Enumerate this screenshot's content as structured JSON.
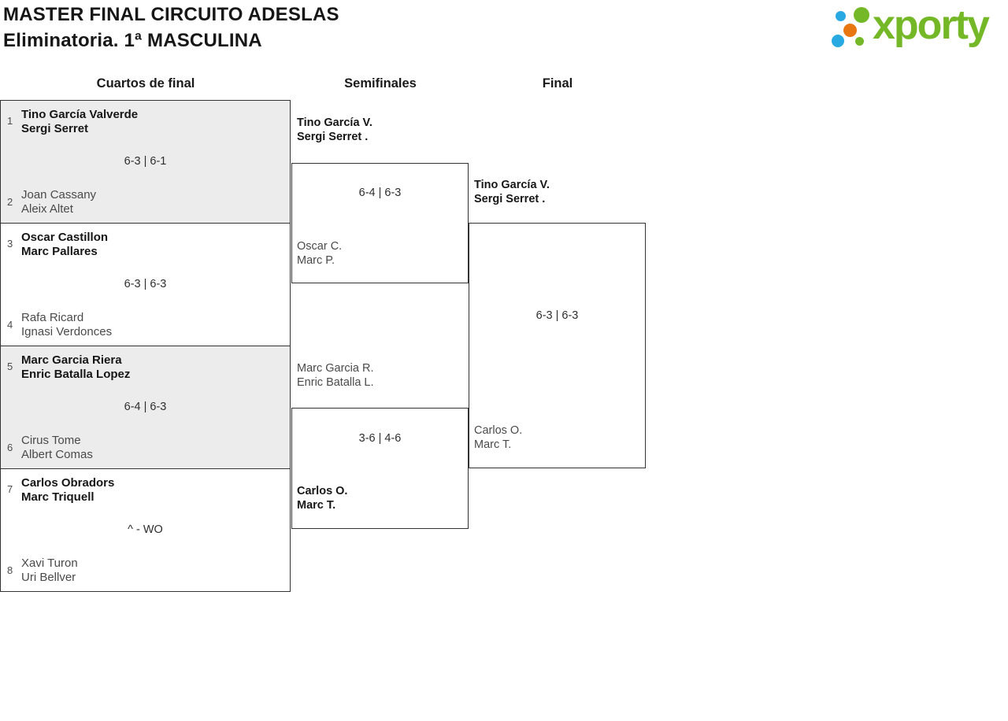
{
  "header": {
    "title_line1": "MASTER FINAL CIRCUITO ADESLAS",
    "title_line2": "Eliminatoria. 1ª MASCULINA",
    "logo": {
      "text": "xporty",
      "icon": "dots-cluster-icon"
    }
  },
  "colors": {
    "brand_green": "#74b827",
    "brand_blue": "#29a9e1",
    "brand_orange": "#e97711",
    "box_shade": "#ececec",
    "border": "#333333"
  },
  "rounds": {
    "quarterfinals": "Cuartos de final",
    "semifinals": "Semifinales",
    "final": "Final"
  },
  "bracket": {
    "quarterfinals": [
      {
        "seed_top": "1",
        "team_top": [
          "Tino García Valverde",
          "Sergi Serret"
        ],
        "score": "6-3 | 6-1",
        "seed_bottom": "2",
        "team_bottom": [
          "Joan Cassany",
          "Aleix Altet"
        ],
        "winner": "top"
      },
      {
        "seed_top": "3",
        "team_top": [
          "Oscar Castillon",
          "Marc Pallares"
        ],
        "score": "6-3 | 6-3",
        "seed_bottom": "4",
        "team_bottom": [
          "Rafa Ricard",
          "Ignasi Verdonces"
        ],
        "winner": "top"
      },
      {
        "seed_top": "5",
        "team_top": [
          "Marc Garcia Riera",
          "Enric Batalla Lopez"
        ],
        "score": "6-4 | 6-3",
        "seed_bottom": "6",
        "team_bottom": [
          "Cirus Tome",
          "Albert Comas"
        ],
        "winner": "top"
      },
      {
        "seed_top": "7",
        "team_top": [
          "Carlos Obradors",
          "Marc Triquell"
        ],
        "score": "^ - WO",
        "seed_bottom": "8",
        "team_bottom": [
          "Xavi Turon",
          "Uri Bellver"
        ],
        "winner": "top"
      }
    ],
    "semifinals": [
      {
        "team_top": [
          "Tino García V.",
          "Sergi Serret ."
        ],
        "score": "6-4 | 6-3",
        "team_bottom": [
          "Oscar C.",
          "Marc P."
        ],
        "winner": "top"
      },
      {
        "team_top": [
          "Marc Garcia R.",
          "Enric Batalla L."
        ],
        "score": "3-6 | 4-6",
        "team_bottom": [
          "Carlos O.",
          "Marc T."
        ],
        "winner": "bottom"
      }
    ],
    "final": {
      "team_top": [
        "Tino García V.",
        "Sergi Serret ."
      ],
      "score": "6-3 | 6-3",
      "team_bottom": [
        "Carlos O.",
        "Marc T."
      ],
      "winner": "top"
    }
  }
}
